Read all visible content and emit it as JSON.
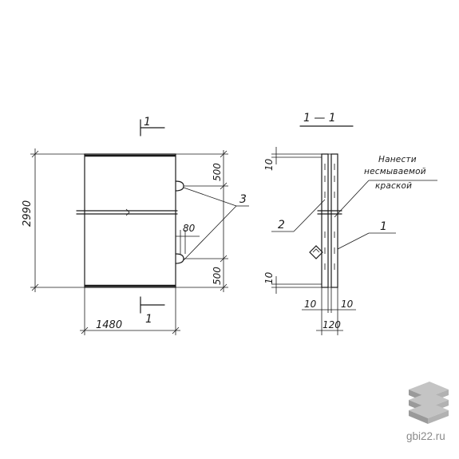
{
  "front_view": {
    "dim_height": "2990",
    "dim_width": "1480",
    "dim_top": "500",
    "dim_gap": "80",
    "dim_bottom": "500",
    "section_mark_top": "1",
    "section_mark_bottom": "1",
    "callout": "3"
  },
  "section_view": {
    "title": "1 — 1",
    "dim_top": "10",
    "dim_bottom": "10",
    "dim_left": "10",
    "dim_right": "10",
    "dim_total": "120",
    "note_line1": "Нанести",
    "note_line2": "несмываемой",
    "note_line3": "краской",
    "callout_2": "2",
    "callout_1": "1"
  },
  "watermark": {
    "text": "gbi22.ru",
    "icon": "stacked-slabs-icon"
  },
  "colors": {
    "ink": "#1a1a1a",
    "watermark_gray": "#8a8a8a"
  }
}
